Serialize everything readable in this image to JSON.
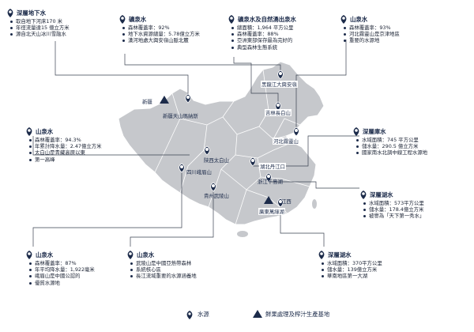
{
  "callouts": [
    {
      "title": "深層地下水",
      "bullets": [
        "取自地下河床170 米",
        "年徑流量達15 億立方米",
        "源自北天山冰川雪融水"
      ]
    },
    {
      "title": "礦泉水",
      "bullets": [
        "森林覆蓋率：92%",
        "地下水資源總量：5.78億立方米",
        "漢河地處大興安嶺山脈北麓"
      ]
    },
    {
      "title": "礦泉水及自然湧出泉水",
      "bullets": [
        "總面積：1,964 平方公里",
        "森林覆蓋率：88%",
        "亞洲東部保存最為完好的",
        "典型森林生態系統"
      ]
    },
    {
      "title": "山泉水",
      "bullets": [
        "森林覆蓋率：93%",
        "河北霧靈山是京津地區",
        "重要的水源地"
      ]
    },
    {
      "title": "山泉水",
      "bullets": [
        "森林覆蓋率：94.3%",
        "年累計降水量：2.47億立方米",
        "太白山是青藏高原以東",
        "第一高峰"
      ]
    },
    {
      "title": "深層庫水",
      "bullets": [
        "水域面積：745 平方公里",
        "儲水量：290.5 億立方米",
        "國家南水北調中線工程水源地"
      ]
    },
    {
      "title": "深層湖水",
      "bullets": [
        "水域面積：573平方公里",
        "儲水量：178.4億立方米",
        "被譽為「天下第一秀水」"
      ]
    },
    {
      "title": "山泉水",
      "bullets": [
        "森林覆蓋率：87%",
        "年平均降水量：1,922毫米",
        "峨眉山是中國公認的",
        "優質水源地"
      ]
    },
    {
      "title": "山泉水",
      "bullets": [
        "武陵山是中國亞熱帶森林",
        "系統核心區",
        "長江流域重要的水源涵養地"
      ]
    },
    {
      "title": "深層湖水",
      "bullets": [
        "水域面積：370平方公里",
        "儲水量：139億立方米",
        "華南地區第一大湖"
      ]
    }
  ],
  "map_labels": [
    "新疆天山瑪納斯",
    "黑龍江大興安嶺",
    "吉林長白山",
    "河北霧靈山",
    "陝西太白山",
    "四川峨眉山",
    "湖北丹江口",
    "浙江千島湖",
    "貴州武陵山",
    "廣東萬綠湖",
    "新疆",
    "江西"
  ],
  "legend": {
    "water_source": "水源",
    "production_base": "鮮果處理及榨汁生產基地"
  },
  "colors": {
    "map_fill": "#c6c8cc",
    "accent": "#1c2b4a",
    "line": "#3a4150"
  }
}
